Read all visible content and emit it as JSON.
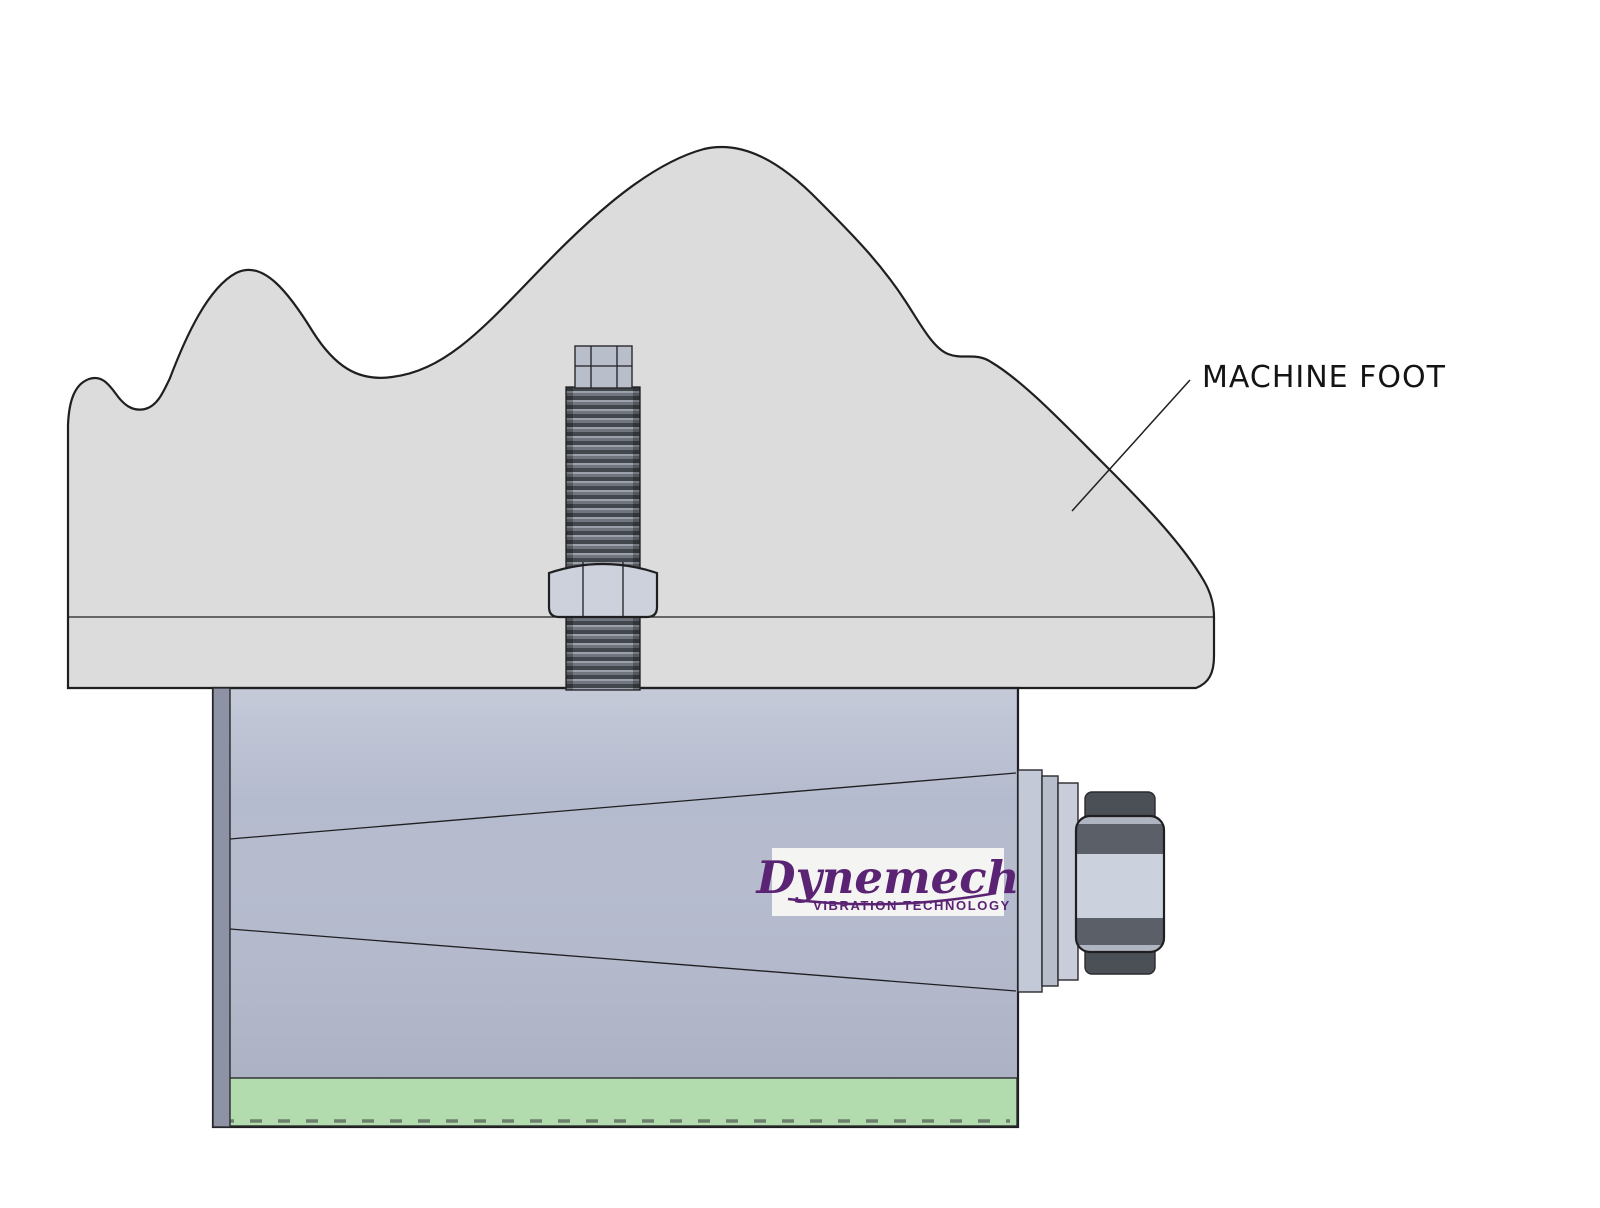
{
  "diagram": {
    "annotation_label": "MACHINE FOOT",
    "logo": {
      "brand": "Dynemech",
      "tagline": "VIBRATION TECHNOLOGY"
    }
  },
  "colors": {
    "background": "#ffffff",
    "machine_foot_fill": "#dcdcdc",
    "outline": "#1f1f22",
    "mount_body_fill": "#b5bbce",
    "mount_left_strip": "#8d93a4",
    "green_pad_fill": "#b2dcae",
    "green_pad_edge": "#6f7f6d",
    "stud_cap_fill": "#b9bfca",
    "nut_fill": "#ccd1dc",
    "thread_dark": "#42464d",
    "thread_mid": "#71767e",
    "bolt_plate_fill": "#c3c9d6",
    "bolt_plate2_fill": "#b7bdcb",
    "bolt_collar_fill": "#c8cdd9",
    "hex_light_band": "#ccd2dd",
    "hex_dark_band": "#5a5f68",
    "shaft_dark": "#4b4f56",
    "logo_purple": "#5a2374",
    "logo_background": "#faf9f5"
  }
}
